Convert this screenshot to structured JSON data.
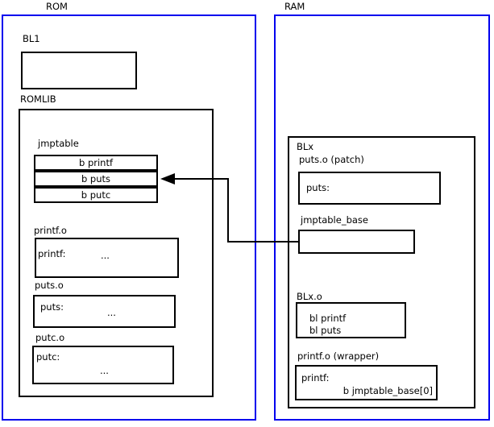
{
  "colors": {
    "frame_blue": "#0000ee",
    "box_border": "#000000",
    "text": "#000000",
    "background": "#ffffff"
  },
  "rom": {
    "title": "ROM",
    "bl1_label": "BL1",
    "romlib_label": "ROMLIB",
    "jmptable": {
      "label": "jmptable",
      "entries": [
        "b printf",
        "b puts",
        "b putc"
      ]
    },
    "printf_o": {
      "label": "printf.o",
      "symbol": "printf:",
      "body": "..."
    },
    "puts_o": {
      "label": "puts.o",
      "symbol": "puts:",
      "body": "..."
    },
    "putc_o": {
      "label": "putc.o",
      "symbol": "putc:",
      "body": "..."
    }
  },
  "ram": {
    "title": "RAM",
    "blx_label": "BLx",
    "puts_patch": {
      "label": "puts.o (patch)",
      "symbol": "puts:"
    },
    "jmptable_base_label": "jmptable_base",
    "blx_o": {
      "label": "BLx.o",
      "line1": "bl printf",
      "line2": "bl puts"
    },
    "printf_wrapper": {
      "label": "printf.o (wrapper)",
      "symbol": "printf:",
      "branch": "b jmptable_base[0]"
    }
  },
  "connector": {
    "meaning": "jmptable_base entry redirects to jmptable row 'b puts'"
  }
}
